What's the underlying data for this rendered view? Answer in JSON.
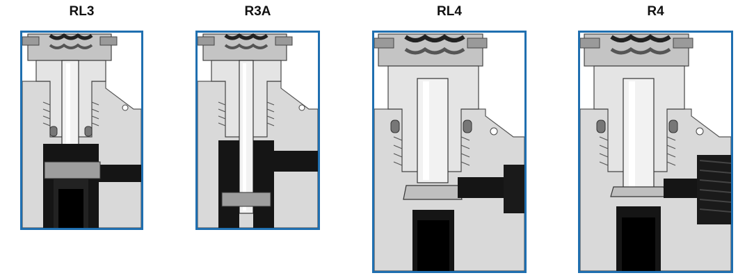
{
  "colors": {
    "frame_border": "#1f6fb0",
    "metal_light": "#e2e2e2",
    "metal_mid": "#b9b9b9",
    "metal_dark": "#8c8c8c",
    "black": "#111111",
    "white": "#ffffff"
  },
  "panels": [
    {
      "key": "rl3",
      "label": "RL3"
    },
    {
      "key": "r3a",
      "label": "R3A"
    },
    {
      "key": "rl4",
      "label": "RL4"
    },
    {
      "key": "r4",
      "label": "R4"
    }
  ]
}
